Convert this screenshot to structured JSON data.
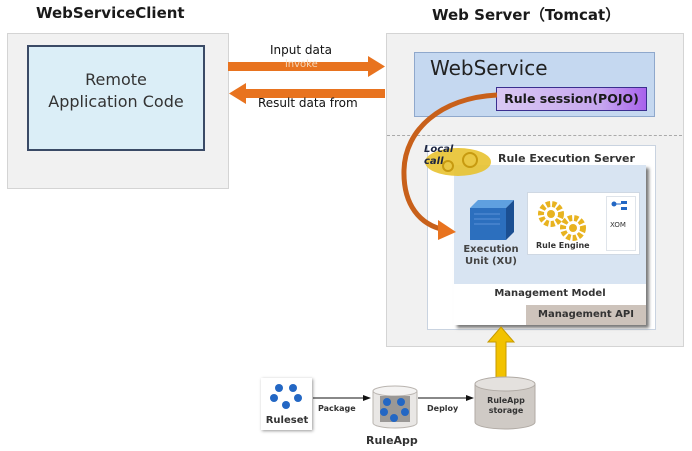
{
  "titles": {
    "client": "WebServiceClient",
    "server": "Web Server（Tomcat）"
  },
  "client": {
    "app_code_line1": "Remote",
    "app_code_line2": "Application Code"
  },
  "arrows": {
    "input_label": "Input data",
    "invoke_label": "invoke",
    "result_label": "Result data from",
    "local_call_line1": "Local",
    "local_call_line2": "call",
    "package_label": "Package",
    "deploy_label": "Deploy"
  },
  "server": {
    "webservice_label": "WebService",
    "rule_session_label": "Rule session(POJO)",
    "res_label": "Rule Execution Server",
    "xu_label_line1": "Execution",
    "xu_label_line2": "Unit (XU)",
    "rule_engine_label": "Rule Engine",
    "xom_label": "XOM",
    "management_model_label": "Management Model",
    "management_api_label": "Management API"
  },
  "deployment": {
    "ruleset_label": "Ruleset",
    "ruleapp_label": "RuleApp",
    "storage_line1": "RuleApp",
    "storage_line2": "storage"
  },
  "colors": {
    "orange_arrow": "#e8731f",
    "yellow_arrow": "#f2c200",
    "gear": "#e8b320",
    "xu_blue": "#2c6fbe",
    "ruleset_blue": "#2367c4"
  }
}
